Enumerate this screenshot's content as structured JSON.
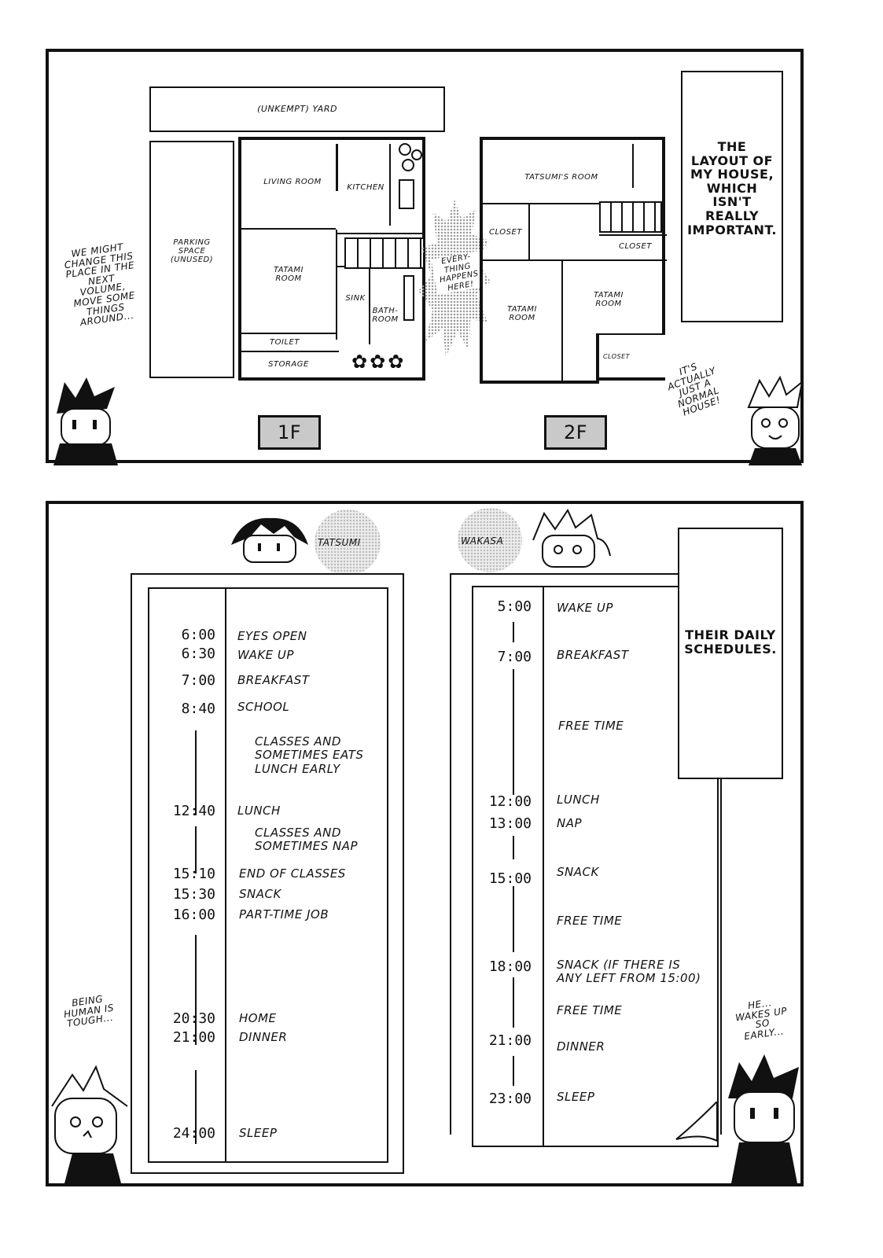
{
  "top_panel": {
    "yard_label": "(UNKEMPT) YARD",
    "parking_label": "PARKING SPACE (UNUSED)",
    "floor1": {
      "living_room": "LIVING ROOM",
      "kitchen": "KITCHEN",
      "tatami_room": "TATAMI ROOM",
      "sink": "SINK",
      "bathroom": "BATH-ROOM",
      "toilet": "TOILET",
      "storage": "STORAGE",
      "label": "1F"
    },
    "floor2": {
      "tatsumis_room": "TATSUMI'S ROOM",
      "closet_left": "CLOSET",
      "closet_right": "CLOSET",
      "tatami_room_left": "TATAMI ROOM",
      "tatami_room_right": "TATAMI ROOM",
      "closet_small": "CLOSET",
      "label": "2F"
    },
    "burst_text": "EVERY-THING HAPPENS HERE!",
    "caption": "THE LAYOUT OF MY HOUSE, WHICH ISN'T REALLY IMPORTANT.",
    "note_left": "WE MIGHT CHANGE THIS PLACE IN THE NEXT VOLUME, MOVE SOME THINGS AROUND...",
    "note_right": "IT'S ACTUALLY JUST A NORMAL HOUSE!"
  },
  "bottom_panel": {
    "caption": "THEIR DAILY SCHEDULES.",
    "tatsumi": {
      "name": "TATSUMI",
      "entries": [
        {
          "time": "6:00",
          "activity": "EYES OPEN"
        },
        {
          "time": "6:30",
          "activity": "WAKE UP"
        },
        {
          "time": "7:00",
          "activity": "BREAKFAST"
        },
        {
          "time": "8:40",
          "activity": "SCHOOL"
        },
        {
          "time": "",
          "activity": "CLASSES AND SOMETIMES EATS LUNCH EARLY"
        },
        {
          "time": "12:40",
          "activity": "LUNCH"
        },
        {
          "time": "",
          "activity": "CLASSES AND SOMETIMES NAP"
        },
        {
          "time": "15:10",
          "activity": "END OF CLASSES"
        },
        {
          "time": "15:30",
          "activity": "SNACK"
        },
        {
          "time": "16:00",
          "activity": "PART-TIME JOB"
        },
        {
          "time": "20:30",
          "activity": "HOME"
        },
        {
          "time": "21:00",
          "activity": "DINNER"
        },
        {
          "time": "24:00",
          "activity": "SLEEP"
        }
      ]
    },
    "wakasa": {
      "name": "WAKASA",
      "entries": [
        {
          "time": "5:00",
          "activity": "WAKE UP"
        },
        {
          "time": "7:00",
          "activity": "BREAKFAST"
        },
        {
          "time": "",
          "activity": "FREE TIME"
        },
        {
          "time": "12:00",
          "activity": "LUNCH"
        },
        {
          "time": "13:00",
          "activity": "NAP"
        },
        {
          "time": "15:00",
          "activity": "SNACK"
        },
        {
          "time": "",
          "activity": "FREE TIME"
        },
        {
          "time": "18:00",
          "activity": "SNACK (IF THERE IS ANY LEFT FROM 15:00)"
        },
        {
          "time": "",
          "activity": "FREE TIME"
        },
        {
          "time": "21:00",
          "activity": "DINNER"
        },
        {
          "time": "23:00",
          "activity": "SLEEP"
        }
      ]
    },
    "note_left": "BEING HUMAN IS TOUGH...",
    "note_right": "HE... WAKES UP SO EARLY..."
  }
}
